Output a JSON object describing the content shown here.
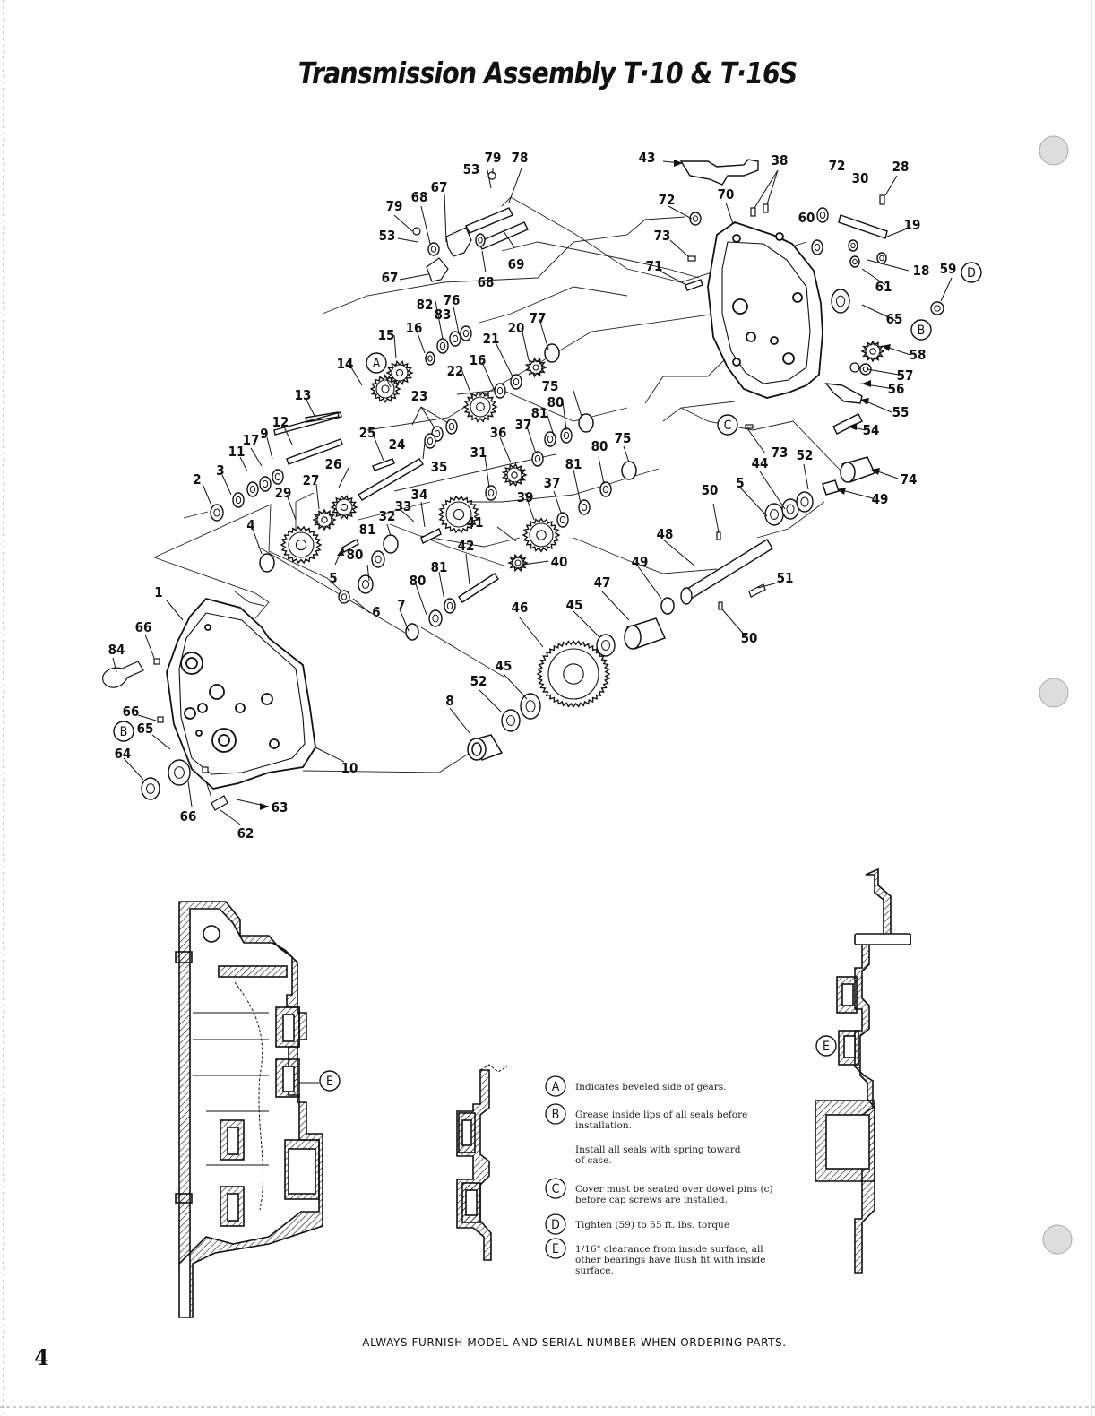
{
  "title": "Transmission Assembly T·10 & T·16S",
  "callouts": [
    "79",
    "78",
    "53",
    "68",
    "67",
    "79",
    "53",
    "69",
    "68",
    "67",
    "43",
    "38",
    "72",
    "28",
    "30",
    "72",
    "70",
    "60",
    "19",
    "73",
    "18",
    "71",
    "61",
    "59",
    "82",
    "76",
    "83",
    "16",
    "77",
    "20",
    "21",
    "15",
    "65",
    "58",
    "14",
    "22",
    "16",
    "57",
    "56",
    "13",
    "23",
    "75",
    "80",
    "81",
    "37",
    "55",
    "54",
    "9",
    "12",
    "17",
    "11",
    "25",
    "24",
    "36",
    "31",
    "80",
    "75",
    "73",
    "52",
    "3",
    "26",
    "81",
    "44",
    "74",
    "2",
    "27",
    "35",
    "37",
    "5",
    "49",
    "29",
    "50",
    "34",
    "33",
    "39",
    "32",
    "4",
    "81",
    "41",
    "42",
    "48",
    "80",
    "40",
    "5",
    "49",
    "51",
    "81",
    "47",
    "7",
    "80",
    "6",
    "46",
    "45",
    "50",
    "66",
    "1",
    "84",
    "45",
    "52",
    "8",
    "66",
    "65",
    "64",
    "10",
    "63",
    "66",
    "62"
  ],
  "letters": [
    "A",
    "B",
    "B",
    "C",
    "D",
    "E",
    "E"
  ],
  "notes": [
    {
      "letter": "A",
      "lines": [
        "Indicates beveled side of gears."
      ]
    },
    {
      "letter": "B",
      "lines": [
        "Grease inside lips of all seals before",
        "installation."
      ]
    },
    {
      "letter": "",
      "lines": [
        "Install all seals with spring toward",
        "of case."
      ]
    },
    {
      "letter": "C",
      "lines": [
        "Cover must be seated over dowel pins (c)",
        "before cap screws are installed."
      ]
    },
    {
      "letter": "D",
      "lines": [
        "Tighten (59) to 55 ft. lbs. torque"
      ]
    },
    {
      "letter": "E",
      "lines": [
        "1/16\" clearance from inside surface, all",
        "other bearings have flush fit with inside",
        "surface."
      ]
    }
  ],
  "footer": "ALWAYS FURNISH MODEL AND SERIAL NUMBER WHEN ORDERING PARTS.",
  "page_number": "4"
}
